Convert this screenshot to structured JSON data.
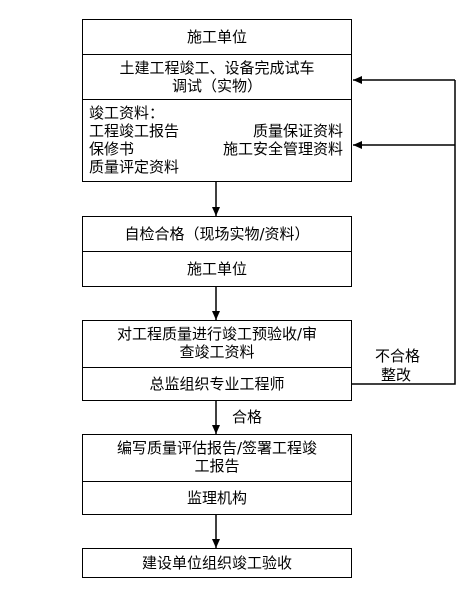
{
  "box1": {
    "title": "施工单位",
    "line1": "土建工程竣工、设备完成试车",
    "line2": "调试（实物）",
    "docs_header": "竣工资料：",
    "docs_r1_left": "工程竣工报告",
    "docs_r1_right": "质量保证资料",
    "docs_r2_left": "保修书",
    "docs_r2_right": "施工安全管理资料",
    "docs_r3": "质量评定资料"
  },
  "box2": {
    "line1": "自检合格（现场实物/资料）",
    "line2": "施工单位"
  },
  "box3": {
    "line1": "对工程质量进行竣工预验收/审",
    "line2": "查竣工资料",
    "line3": "总监组织专业工程师"
  },
  "box4": {
    "line1": "编写质量评估报告/签署工程竣",
    "line2": "工报告",
    "line3": "监理机构"
  },
  "box5": {
    "line1": "建设单位组织竣工验收"
  },
  "labels": {
    "pass": "合格",
    "fail_1": "不合格",
    "fail_2": "整改"
  }
}
